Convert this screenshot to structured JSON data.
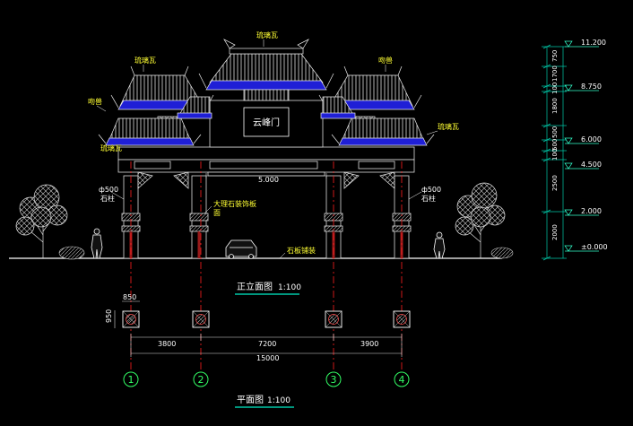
{
  "drawing": {
    "plaque_text": "云峰门",
    "elevation_title": "正立面图",
    "elevation_scale": "1:100",
    "plan_title": "平面图",
    "plan_scale": "1:100",
    "span_label": "5.000",
    "pillar_left_label": "ф500",
    "pillar_left_sub": "石柱",
    "pillar_right_label": "ф500",
    "pillar_right_sub": "石柱",
    "note_center": "大理石装饰板",
    "note_center_2": "面",
    "note_ground": "石板铺装",
    "roof_notes": [
      "琉璃瓦",
      "琉璃瓦",
      "吻兽",
      "吻兽",
      "琉璃瓦",
      "琉璃瓦"
    ]
  },
  "levels": [
    {
      "value": "11.200"
    },
    {
      "value": "8.750"
    },
    {
      "value": "6.000"
    },
    {
      "value": "4.500"
    },
    {
      "value": "2.000"
    },
    {
      "value": "±0.000"
    }
  ],
  "vertical_dims": [
    "750",
    "1700",
    "100",
    "1800",
    "500",
    "500",
    "100",
    "2500",
    "2000"
  ],
  "plan_dims": {
    "pillar_width": "850",
    "pillar_depth": "950",
    "bays": [
      "3800",
      "7200",
      "3900"
    ],
    "total": "15000"
  },
  "axes": [
    "1",
    "2",
    "3",
    "4"
  ],
  "colors": {
    "background": "#000000",
    "roof_blue": "#1f1fd6",
    "line_white": "#ffffff",
    "axis_red": "#ff2020",
    "axis_green": "#33ff66",
    "level_cyan": "#33ffcc",
    "dim_teal": "#00c8a8",
    "pillar_red": "#9a1a1a"
  }
}
